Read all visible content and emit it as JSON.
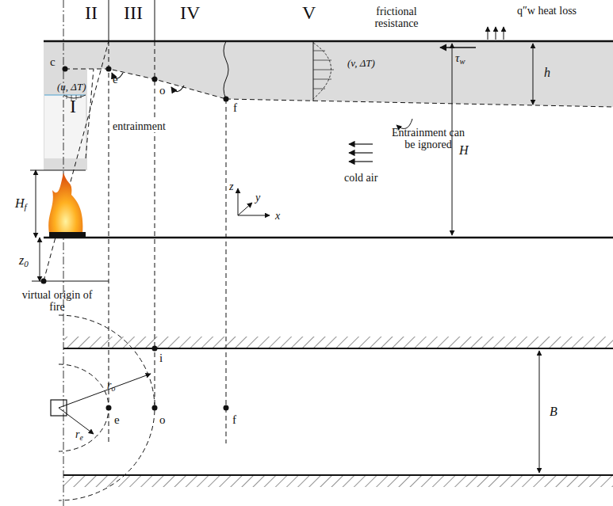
{
  "diagram": {
    "labels": [
      "II",
      "III",
      "IV",
      "V",
      "frictional resistance",
      "q″w heat loss",
      "τw",
      "h",
      "c",
      "e",
      "o",
      "f",
      "I",
      "(u, ΔT)",
      "entrainment",
      "(v, ΔT)",
      "Entrainment can be ignored",
      "H",
      "cold air",
      "z",
      "y",
      "x",
      "Hf",
      "z0",
      "virtual origin of fire",
      "i",
      "ro",
      "re",
      "e",
      "o",
      "f",
      "B"
    ]
  }
}
